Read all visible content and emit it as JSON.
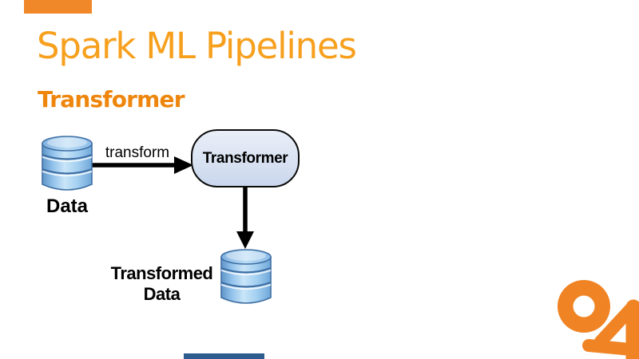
{
  "slide": {
    "title": "Spark ML Pipelines",
    "subtitle": "Transformer"
  },
  "diagram": {
    "nodes": [
      {
        "id": "data",
        "type": "database-cylinder",
        "label": "Data"
      },
      {
        "id": "transformer",
        "type": "rounded-process",
        "label": "Transformer"
      },
      {
        "id": "transformed-data",
        "type": "database-cylinder",
        "label": "Transformed\nData"
      }
    ],
    "edges": [
      {
        "from": "data",
        "to": "transformer",
        "label": "transform"
      },
      {
        "from": "transformer",
        "to": "transformed-data",
        "label": ""
      }
    ]
  },
  "colors": {
    "title_orange": "#F7A01E",
    "subtitle_orange": "#EE860D",
    "process_fill_top": "#EAEFF8",
    "process_fill_bottom": "#C9D6EC",
    "cylinder_blue": "#8FC0EA",
    "cylinder_outline": "#3E6EA3",
    "arrow_black": "#000000",
    "logo_orange": "#F08425",
    "top_bar_orange": "#F0882A",
    "bottom_bar_blue": "#2D5C8F"
  },
  "logo": {
    "name": "o4-host-logo"
  }
}
